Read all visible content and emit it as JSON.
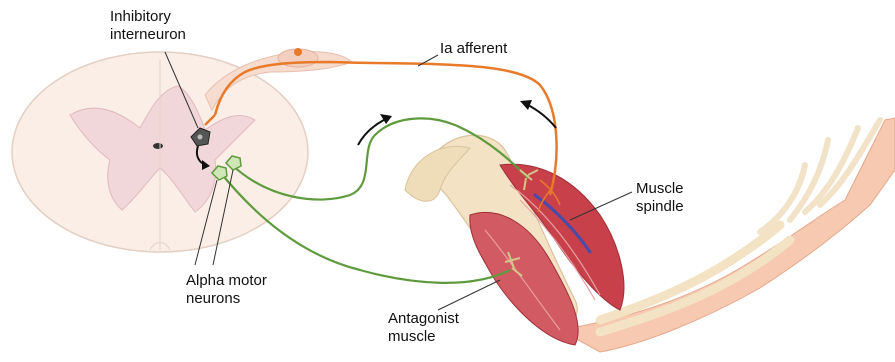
{
  "labels": {
    "inhibitory_interneuron": [
      "Inhibitory",
      "interneuron"
    ],
    "ia_afferent": "Ia afferent",
    "muscle_spindle": [
      "Muscle",
      "spindle"
    ],
    "alpha_motor_neurons": [
      "Alpha motor",
      "neurons"
    ],
    "antagonist_muscle": [
      "Antagonist",
      "muscle"
    ]
  },
  "colors": {
    "afferent_fiber": "#e87a2a",
    "motor_fiber": "#5f9a3e",
    "spinal_cord": "#fbeee6",
    "gray_matter": "#f1d6da",
    "muscle": "#c8404a",
    "bone": "#f3e3c4",
    "skin": "#f7c9b0",
    "spindle": "#4a4aa8"
  }
}
